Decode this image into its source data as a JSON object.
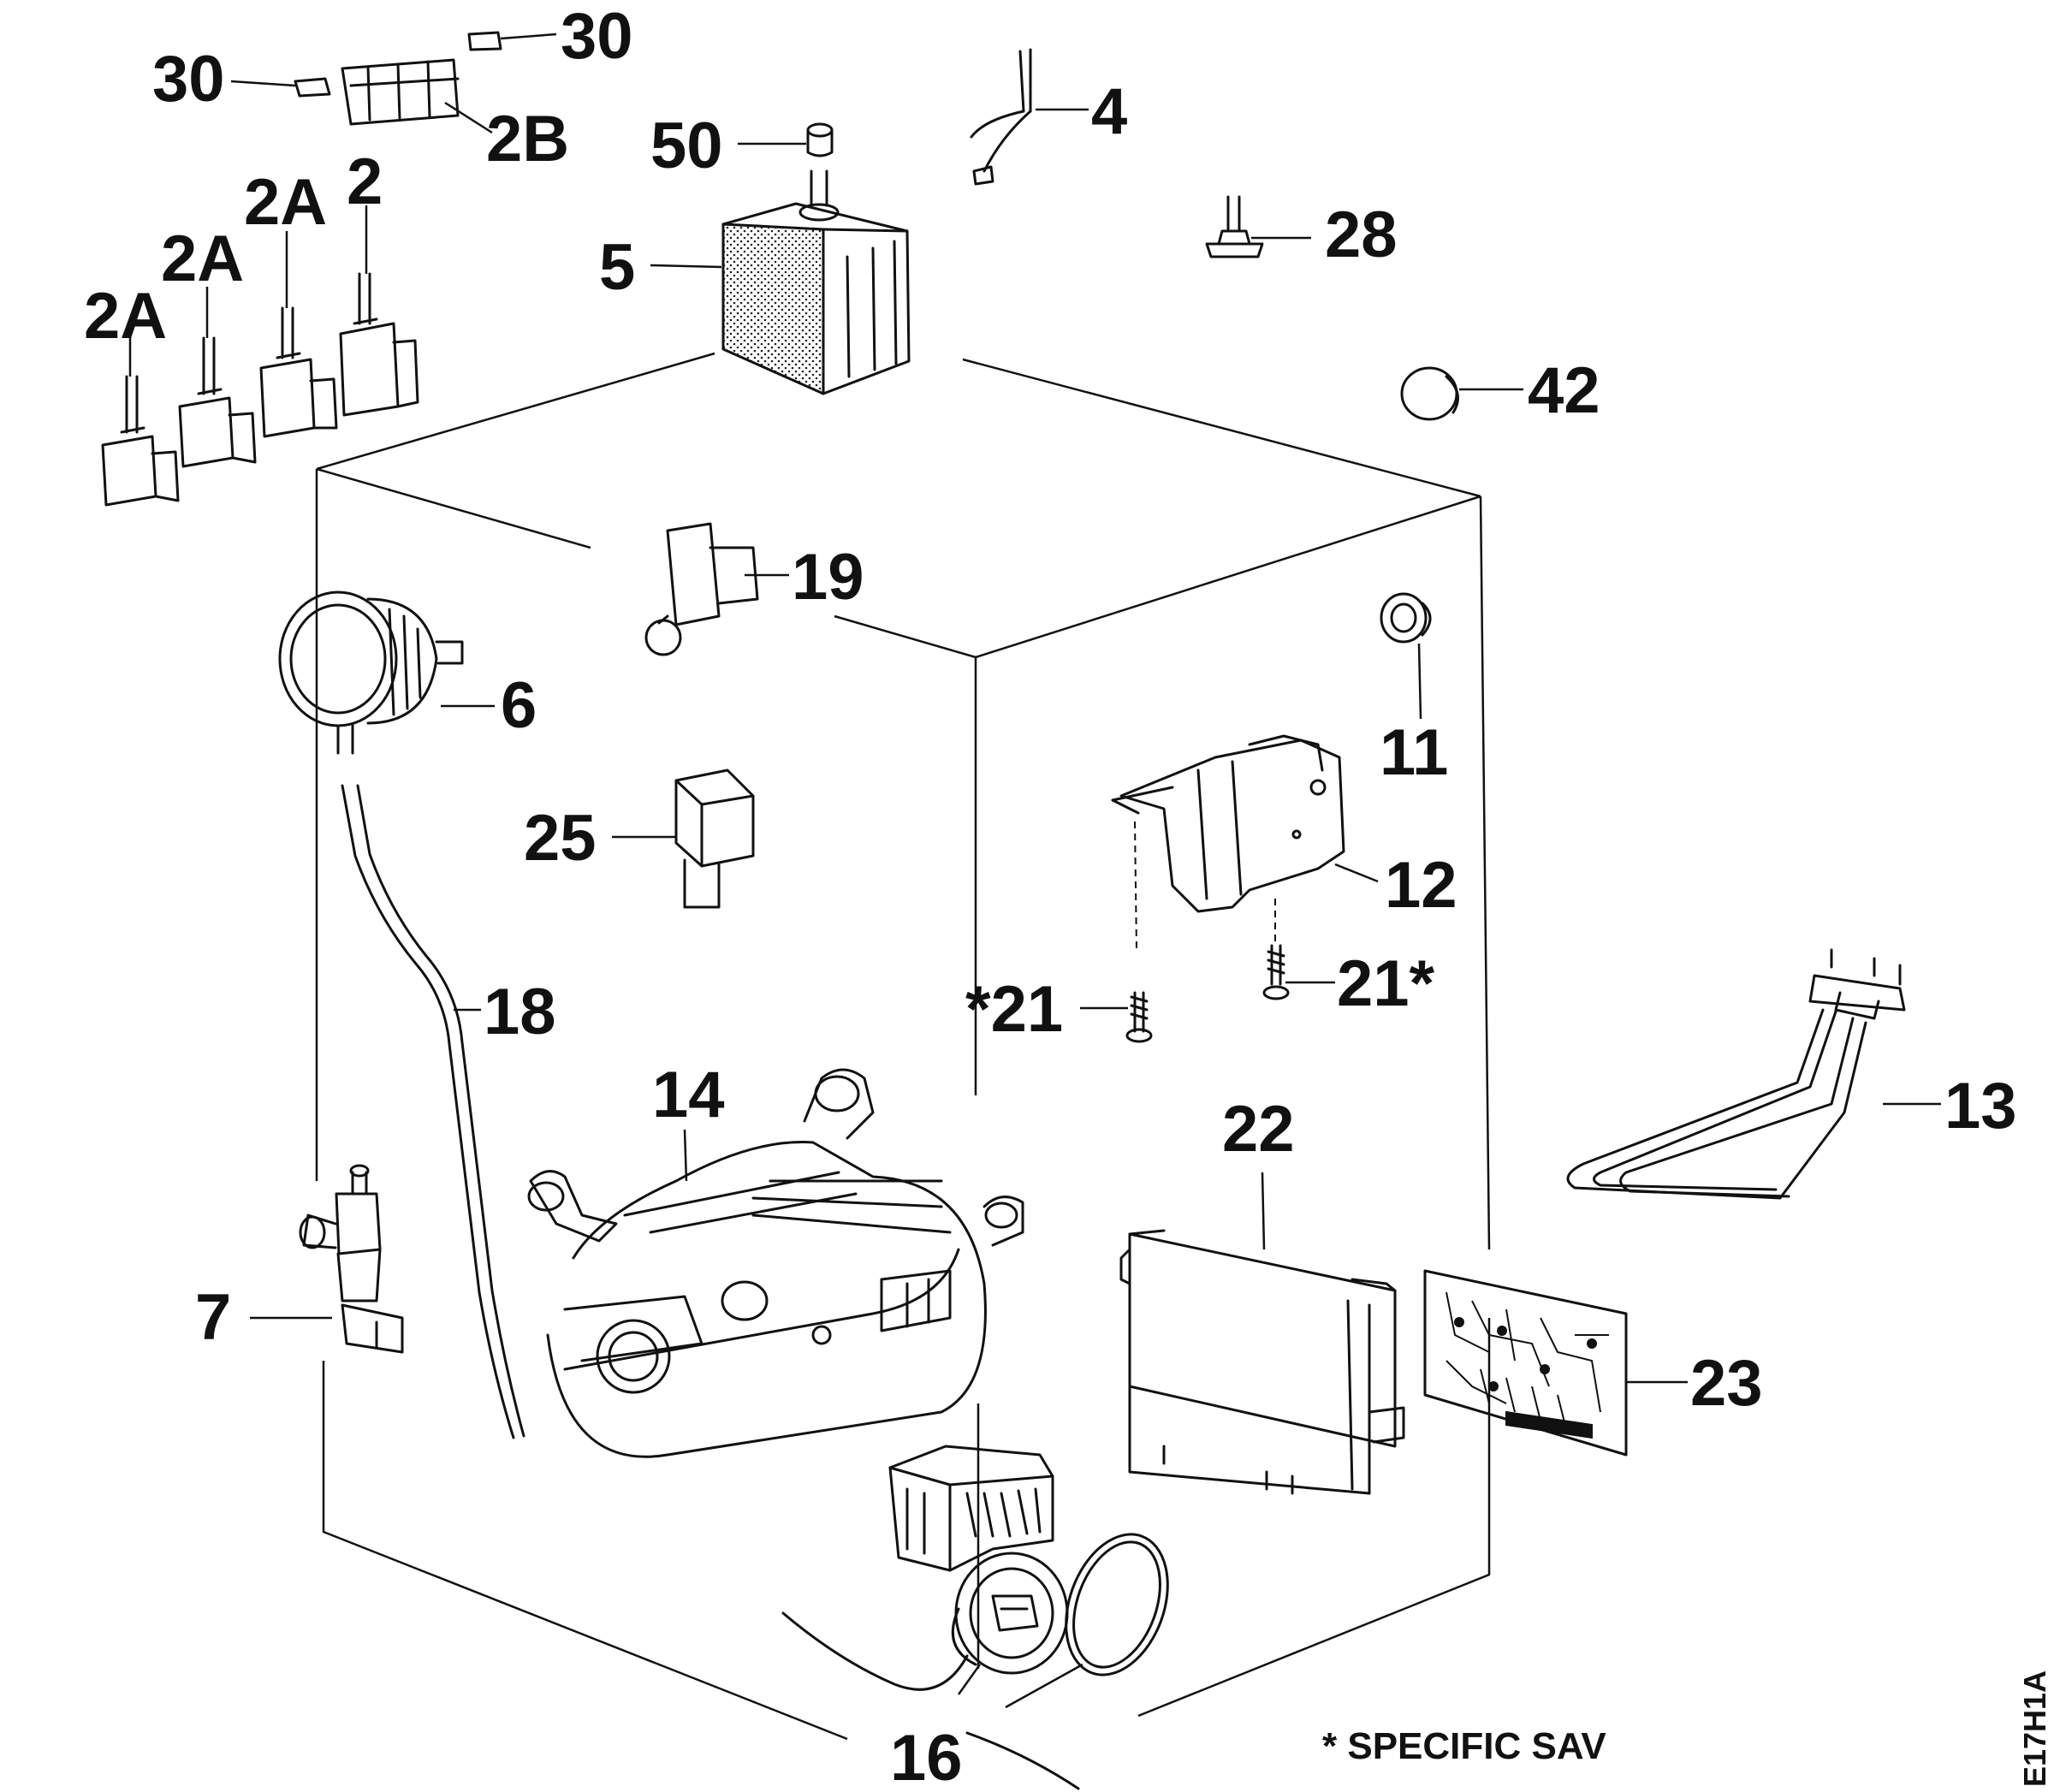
{
  "callouts": {
    "p30_left": "30",
    "p30_right": "30",
    "p2B": "2B",
    "p50": "50",
    "p4": "4",
    "p2A_1": "2A",
    "p2A_2": "2A",
    "p2A_3": "2A",
    "p2": "2",
    "p5": "5",
    "p28": "28",
    "p42": "42",
    "p19": "19",
    "p6": "6",
    "p11": "11",
    "p25": "25",
    "p12": "12",
    "p18": "18",
    "p21_left": "*21",
    "p21_right": "21*",
    "p14": "14",
    "p22": "22",
    "p13": "13",
    "p7": "7",
    "p23": "23",
    "p16": "16"
  },
  "footnote": "* SPECIFIC SAV",
  "reference_code": "E17H1A"
}
